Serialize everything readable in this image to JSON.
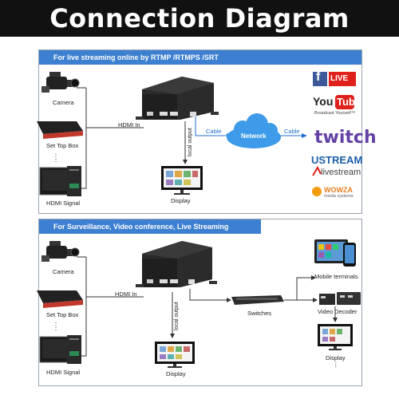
{
  "title": "Connection Diagram",
  "panel_top": {
    "header": "For live streaming online by RTMP /RTMPS /SRT",
    "sources": [
      "Camera",
      "Set Top Box",
      "HDMI Signal"
    ],
    "hdmi_in": "HDMI In",
    "local_output": "local output",
    "display": "Display",
    "cable_left": "Cable",
    "network": "Network",
    "cable_right": "Cable",
    "platforms": {
      "facebook": "LIVE",
      "youtube_you": "You",
      "youtube_tube": "Tube",
      "youtube_tagline": "Broadcast Yourself™",
      "twitch": "twitch",
      "ustream": "USTREAM",
      "livestream": "livestream",
      "wowza": "WOWZA",
      "wowza_sub": "media systems"
    }
  },
  "panel_bottom": {
    "header": "For Surveillance, Video conference, Live Streaming",
    "sources": [
      "Camera",
      "Set Top Box",
      "HDMI Signal"
    ],
    "hdmi_in": "HDMI In",
    "local_output": "local output",
    "display": "Display",
    "switches": "Switches",
    "mobile_terminals": "Mobile terminals",
    "video_decoder": "Video Decoder",
    "display_right": "Display"
  },
  "colors": {
    "header_blue": "#3d7fd0",
    "line_blue": "#1f6fd0",
    "panel_border": "#9aa4b1"
  }
}
